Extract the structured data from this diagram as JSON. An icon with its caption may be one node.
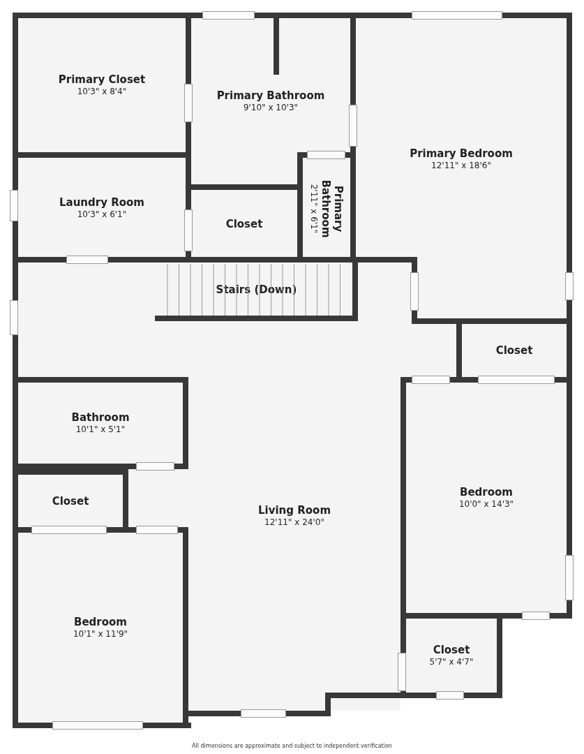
{
  "diagram": {
    "caption": "All dimensions are approximate and subject to independent verification",
    "nodes": [
      {
        "text": [
          "Primary Closet",
          "10'3\" x 8'4\""
        ]
      },
      {
        "text": [
          "Primary Bathroom",
          "9'10\" x 10'3\""
        ]
      },
      {
        "text": [
          "Primary Bedroom",
          "12'11\" x 18'6\""
        ]
      },
      {
        "text": [
          "Laundry Room",
          "10'3\" x 6'1\""
        ]
      },
      {
        "text": [
          "Closet"
        ]
      },
      {
        "text": [
          "Primary Bathroom",
          "2'11\" x 6'1\""
        ]
      },
      {
        "text": [
          "Stairs (Down)"
        ]
      },
      {
        "text": [
          "Closet"
        ]
      },
      {
        "text": [
          "Bathroom",
          "10'1\" x 5'1\""
        ]
      },
      {
        "text": [
          "Closet"
        ]
      },
      {
        "text": [
          "Living Room",
          "12'11\" x 24'0\""
        ]
      },
      {
        "text": [
          "Bedroom",
          "10'0\" x 14'3\""
        ]
      },
      {
        "text": [
          "Bedroom",
          "10'1\" x 11'9\""
        ]
      },
      {
        "text": [
          "Closet",
          "5'7\" x 4'7\""
        ]
      }
    ]
  }
}
